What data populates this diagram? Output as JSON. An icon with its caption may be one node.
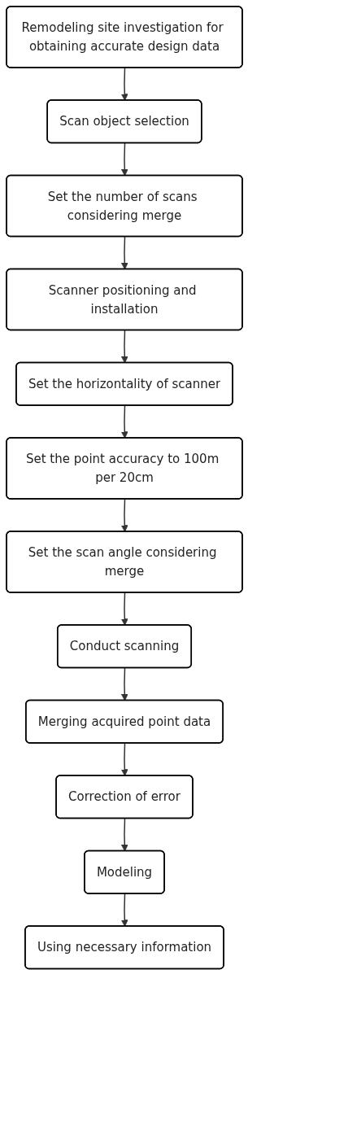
{
  "diagram": {
    "nodes": [
      {
        "text": [
          "Remodeling site investigation for obtaining accurate design data"
        ]
      },
      {
        "text": [
          "Scan object selection"
        ]
      },
      {
        "text": [
          "Set the number of scans considering merge"
        ]
      },
      {
        "text": [
          "Scanner positioning and installation"
        ]
      },
      {
        "text": [
          "Set the horizontality of scanner"
        ]
      },
      {
        "text": [
          "Set the point accuracy to 100m per 20cm"
        ]
      },
      {
        "text": [
          "Set the scan angle considering merge"
        ]
      },
      {
        "text": [
          "Conduct scanning"
        ]
      },
      {
        "text": [
          "Merging acquired point data"
        ]
      },
      {
        "text": [
          "Correction of error"
        ]
      },
      {
        "text": [
          "Modeling"
        ]
      },
      {
        "text": [
          "Using necessary information"
        ]
      }
    ],
    "edges": [
      {
        "from": 0,
        "to": 1,
        "arrow": "to"
      },
      {
        "from": 1,
        "to": 2,
        "arrow": "to"
      },
      {
        "from": 2,
        "to": 3,
        "arrow": "to"
      },
      {
        "from": 3,
        "to": 4,
        "arrow": "to"
      },
      {
        "from": 4,
        "to": 5,
        "arrow": "to"
      },
      {
        "from": 5,
        "to": 6,
        "arrow": "to"
      },
      {
        "from": 6,
        "to": 7,
        "arrow": "to"
      },
      {
        "from": 7,
        "to": 8,
        "arrow": "to"
      },
      {
        "from": 8,
        "to": 9,
        "arrow": "to"
      },
      {
        "from": 9,
        "to": 10,
        "arrow": "to"
      },
      {
        "from": 10,
        "to": 11,
        "arrow": "to"
      }
    ]
  }
}
